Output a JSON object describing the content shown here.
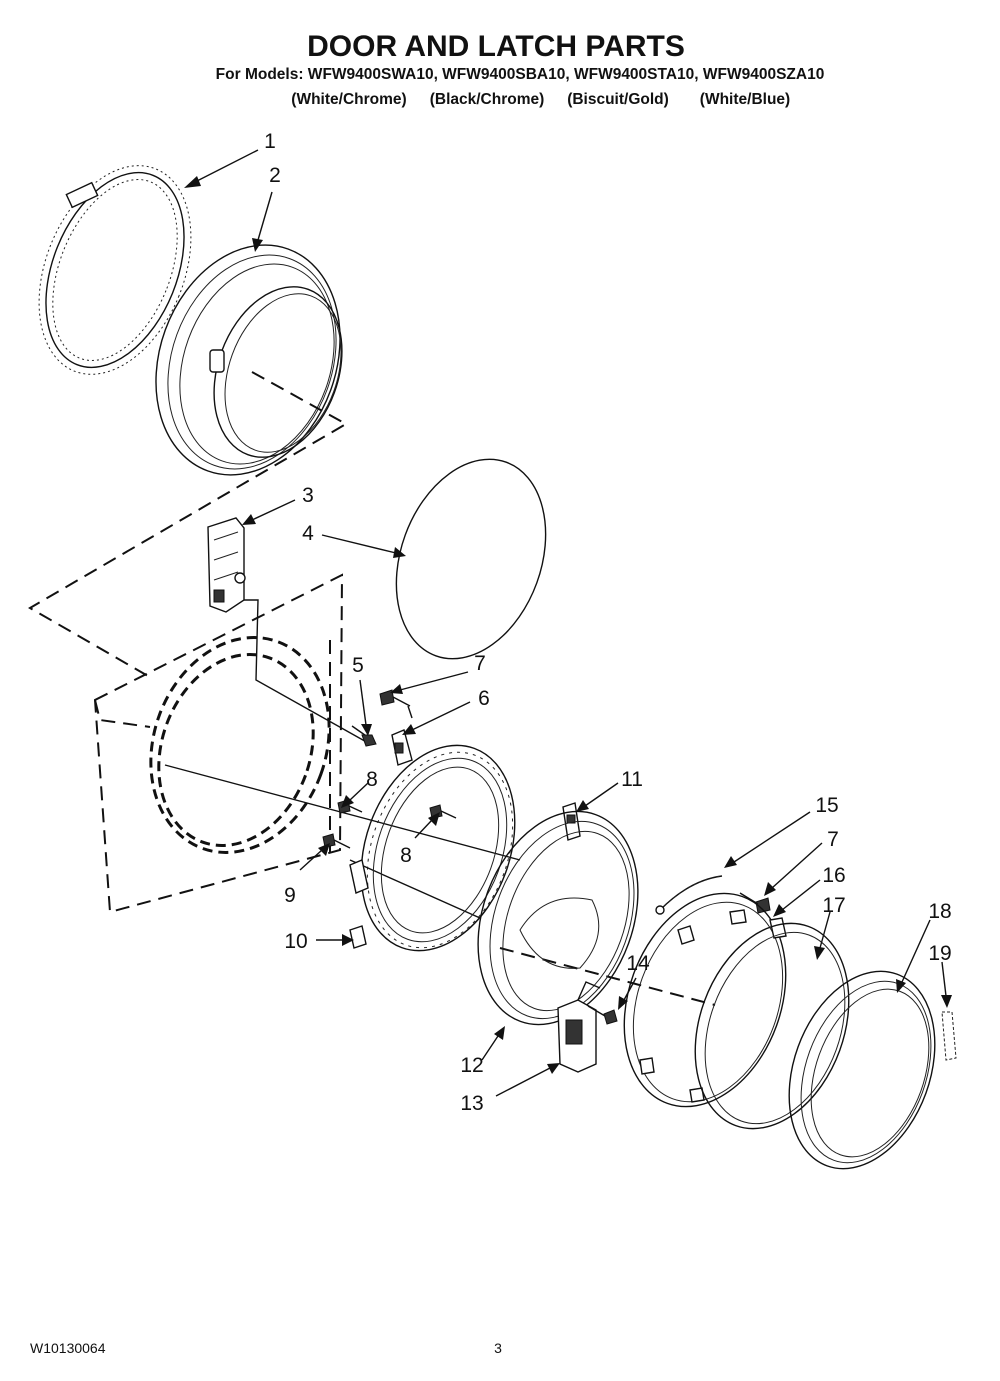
{
  "header": {
    "title": "DOOR AND LATCH PARTS",
    "models_line": "For Models: WFW9400SWA10, WFW9400SBA10, WFW9400STA10, WFW9400SZA10",
    "colors": [
      "(White/Chrome)",
      "(Black/Chrome)",
      "(Biscuit/Gold)",
      "(White/Blue)"
    ]
  },
  "callouts": [
    "1",
    "2",
    "3",
    "4",
    "5",
    "7",
    "6",
    "8",
    "11",
    "15",
    "7",
    "8",
    "16",
    "9",
    "17",
    "18",
    "10",
    "19",
    "14",
    "12",
    "13"
  ],
  "footer": {
    "doc_number": "W10130064",
    "page_number": "3"
  }
}
